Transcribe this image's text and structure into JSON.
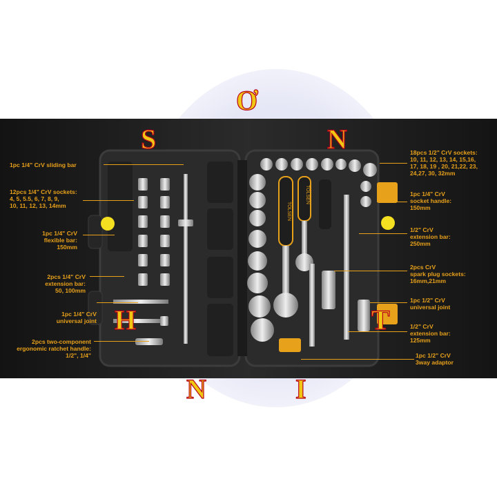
{
  "labels": {
    "sliding_bar": "1pc 1/4\" CrV sliding bar",
    "sockets_quarter": "12pcs 1/4\" CrV sockets:\n4, 5, 5.5, 6, 7, 8, 9,\n10, 11, 12, 13, 14mm",
    "flexible_bar": "1pc 1/4\" CrV\nflexible bar:\n150mm",
    "extension_quarter": "2pcs 1/4\" CrV\nextension bar:\n50, 100mm",
    "universal_quarter": "1pc 1/4\" CrV\nuniversal joint",
    "ratchet_handle": "2pcs two-component\nergonomic ratchet handle:\n1/2\", 1/4\"",
    "sockets_half": "18pcs 1/2\" CrV sockets:\n10, 11, 12, 13, 14, 15,16,\n17, 18, 19 , 20, 21,22, 23,\n24,27, 30,  32mm",
    "socket_handle": "1pc 1/4\" CrV\nsocket handle:\n150mm",
    "extension_half_250": "1/2\" CrV\nextension bar:\n250mm",
    "spark_plug": "2pcs CrV\nspark plug sockets:\n16mm,21mm",
    "universal_half": "1pc 1/2\" CrV\nuniversal joint",
    "extension_half_125": "1/2\" CrV\nextension bar:\n125mm",
    "adaptor": "1pc 1/2\" CrV\n3way adaptor"
  },
  "watermark": {
    "letters": [
      "S",
      "Ơ",
      "N",
      "H",
      "N",
      "I",
      "T"
    ]
  },
  "brand": {
    "handle_text": "TOLSEN"
  },
  "colors": {
    "label": "#e8a11a",
    "case": "#2a2a2a",
    "watermark_fill": "#f0c814",
    "watermark_stroke": "#b8001a"
  }
}
